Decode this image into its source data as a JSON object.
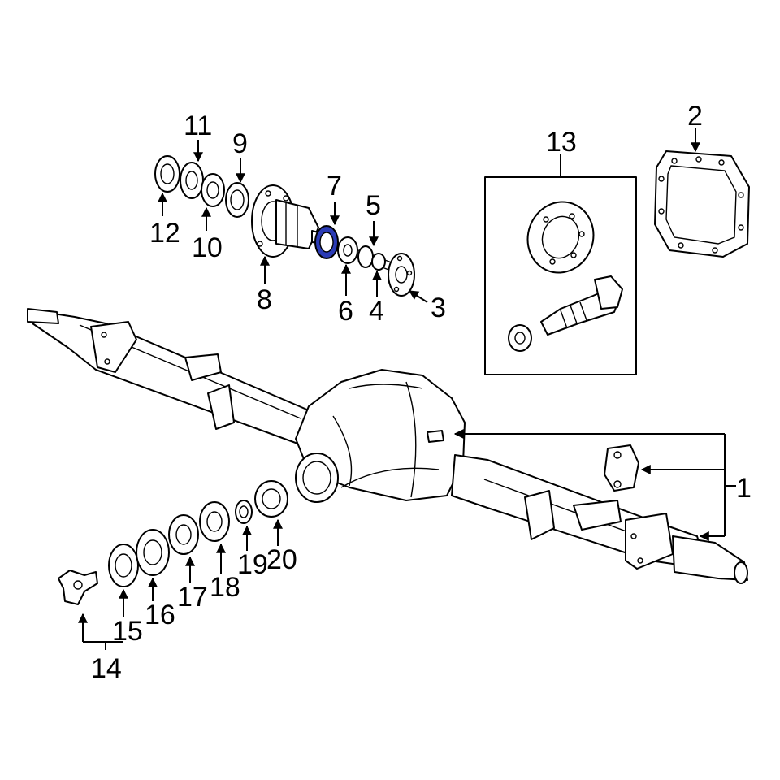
{
  "diagram": {
    "highlight_color": "#2b3bb5",
    "highlighted_callout": "7",
    "callouts": [
      "1",
      "2",
      "3",
      "4",
      "5",
      "6",
      "7",
      "8",
      "9",
      "10",
      "11",
      "12",
      "13",
      "14",
      "15",
      "16",
      "17",
      "18",
      "19",
      "20"
    ]
  }
}
